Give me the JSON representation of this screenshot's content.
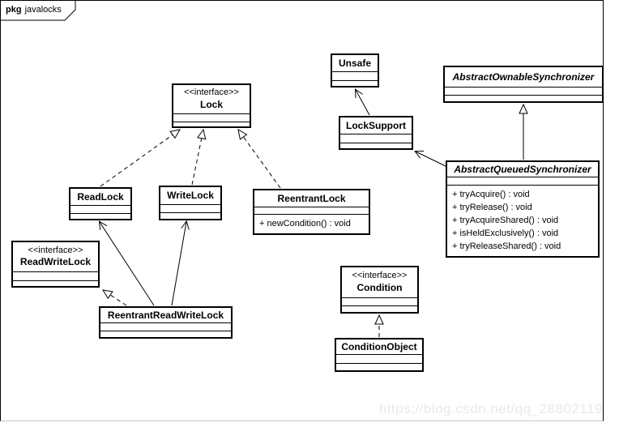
{
  "frame": {
    "tag_keyword": "pkg",
    "tag_name": "javalocks"
  },
  "watermark": {
    "text": "https://blog.csdn.net/qq_28802119",
    "color": "#e9e9e9"
  },
  "classes": [
    {
      "name": "Unsafe"
    },
    {
      "name": "LockSupport"
    },
    {
      "name": "AbstractOwnableSynchronizer",
      "abstract": true
    },
    {
      "name": "AbstractQueuedSynchronizer",
      "abstract": true,
      "methods": [
        "+ tryAcquire() : void",
        "+ tryRelease() : void",
        "+ tryAcquireShared() : void",
        "+ isHeldExclusively() : void",
        "+ tryReleaseShared() : void"
      ]
    },
    {
      "stereotype": "<<interface>>",
      "name": "Lock"
    },
    {
      "name": "ReadLock"
    },
    {
      "name": "WriteLock"
    },
    {
      "name": "ReentrantLock",
      "methods": [
        "+ newCondition() : void"
      ]
    },
    {
      "stereotype": "<<interface>>",
      "name": "ReadWriteLock"
    },
    {
      "name": "ReentrantReadWriteLock"
    },
    {
      "stereotype": "<<interface>>",
      "name": "Condition"
    },
    {
      "name": "ConditionObject"
    }
  ],
  "relationships": [
    {
      "from": "LockSupport",
      "to": "Unsafe",
      "type": "association"
    },
    {
      "from": "AbstractQueuedSynchronizer",
      "to": "LockSupport",
      "type": "association"
    },
    {
      "from": "AbstractQueuedSynchronizer",
      "to": "AbstractOwnableSynchronizer",
      "type": "generalization"
    },
    {
      "from": "ReadLock",
      "to": "Lock",
      "type": "realization"
    },
    {
      "from": "WriteLock",
      "to": "Lock",
      "type": "realization"
    },
    {
      "from": "ReentrantLock",
      "to": "Lock",
      "type": "realization"
    },
    {
      "from": "ReentrantReadWriteLock",
      "to": "ReadWriteLock",
      "type": "realization"
    },
    {
      "from": "ReentrantReadWriteLock",
      "to": "ReadLock",
      "type": "association"
    },
    {
      "from": "ReentrantReadWriteLock",
      "to": "WriteLock",
      "type": "association"
    },
    {
      "from": "ConditionObject",
      "to": "Condition",
      "type": "realization"
    }
  ]
}
